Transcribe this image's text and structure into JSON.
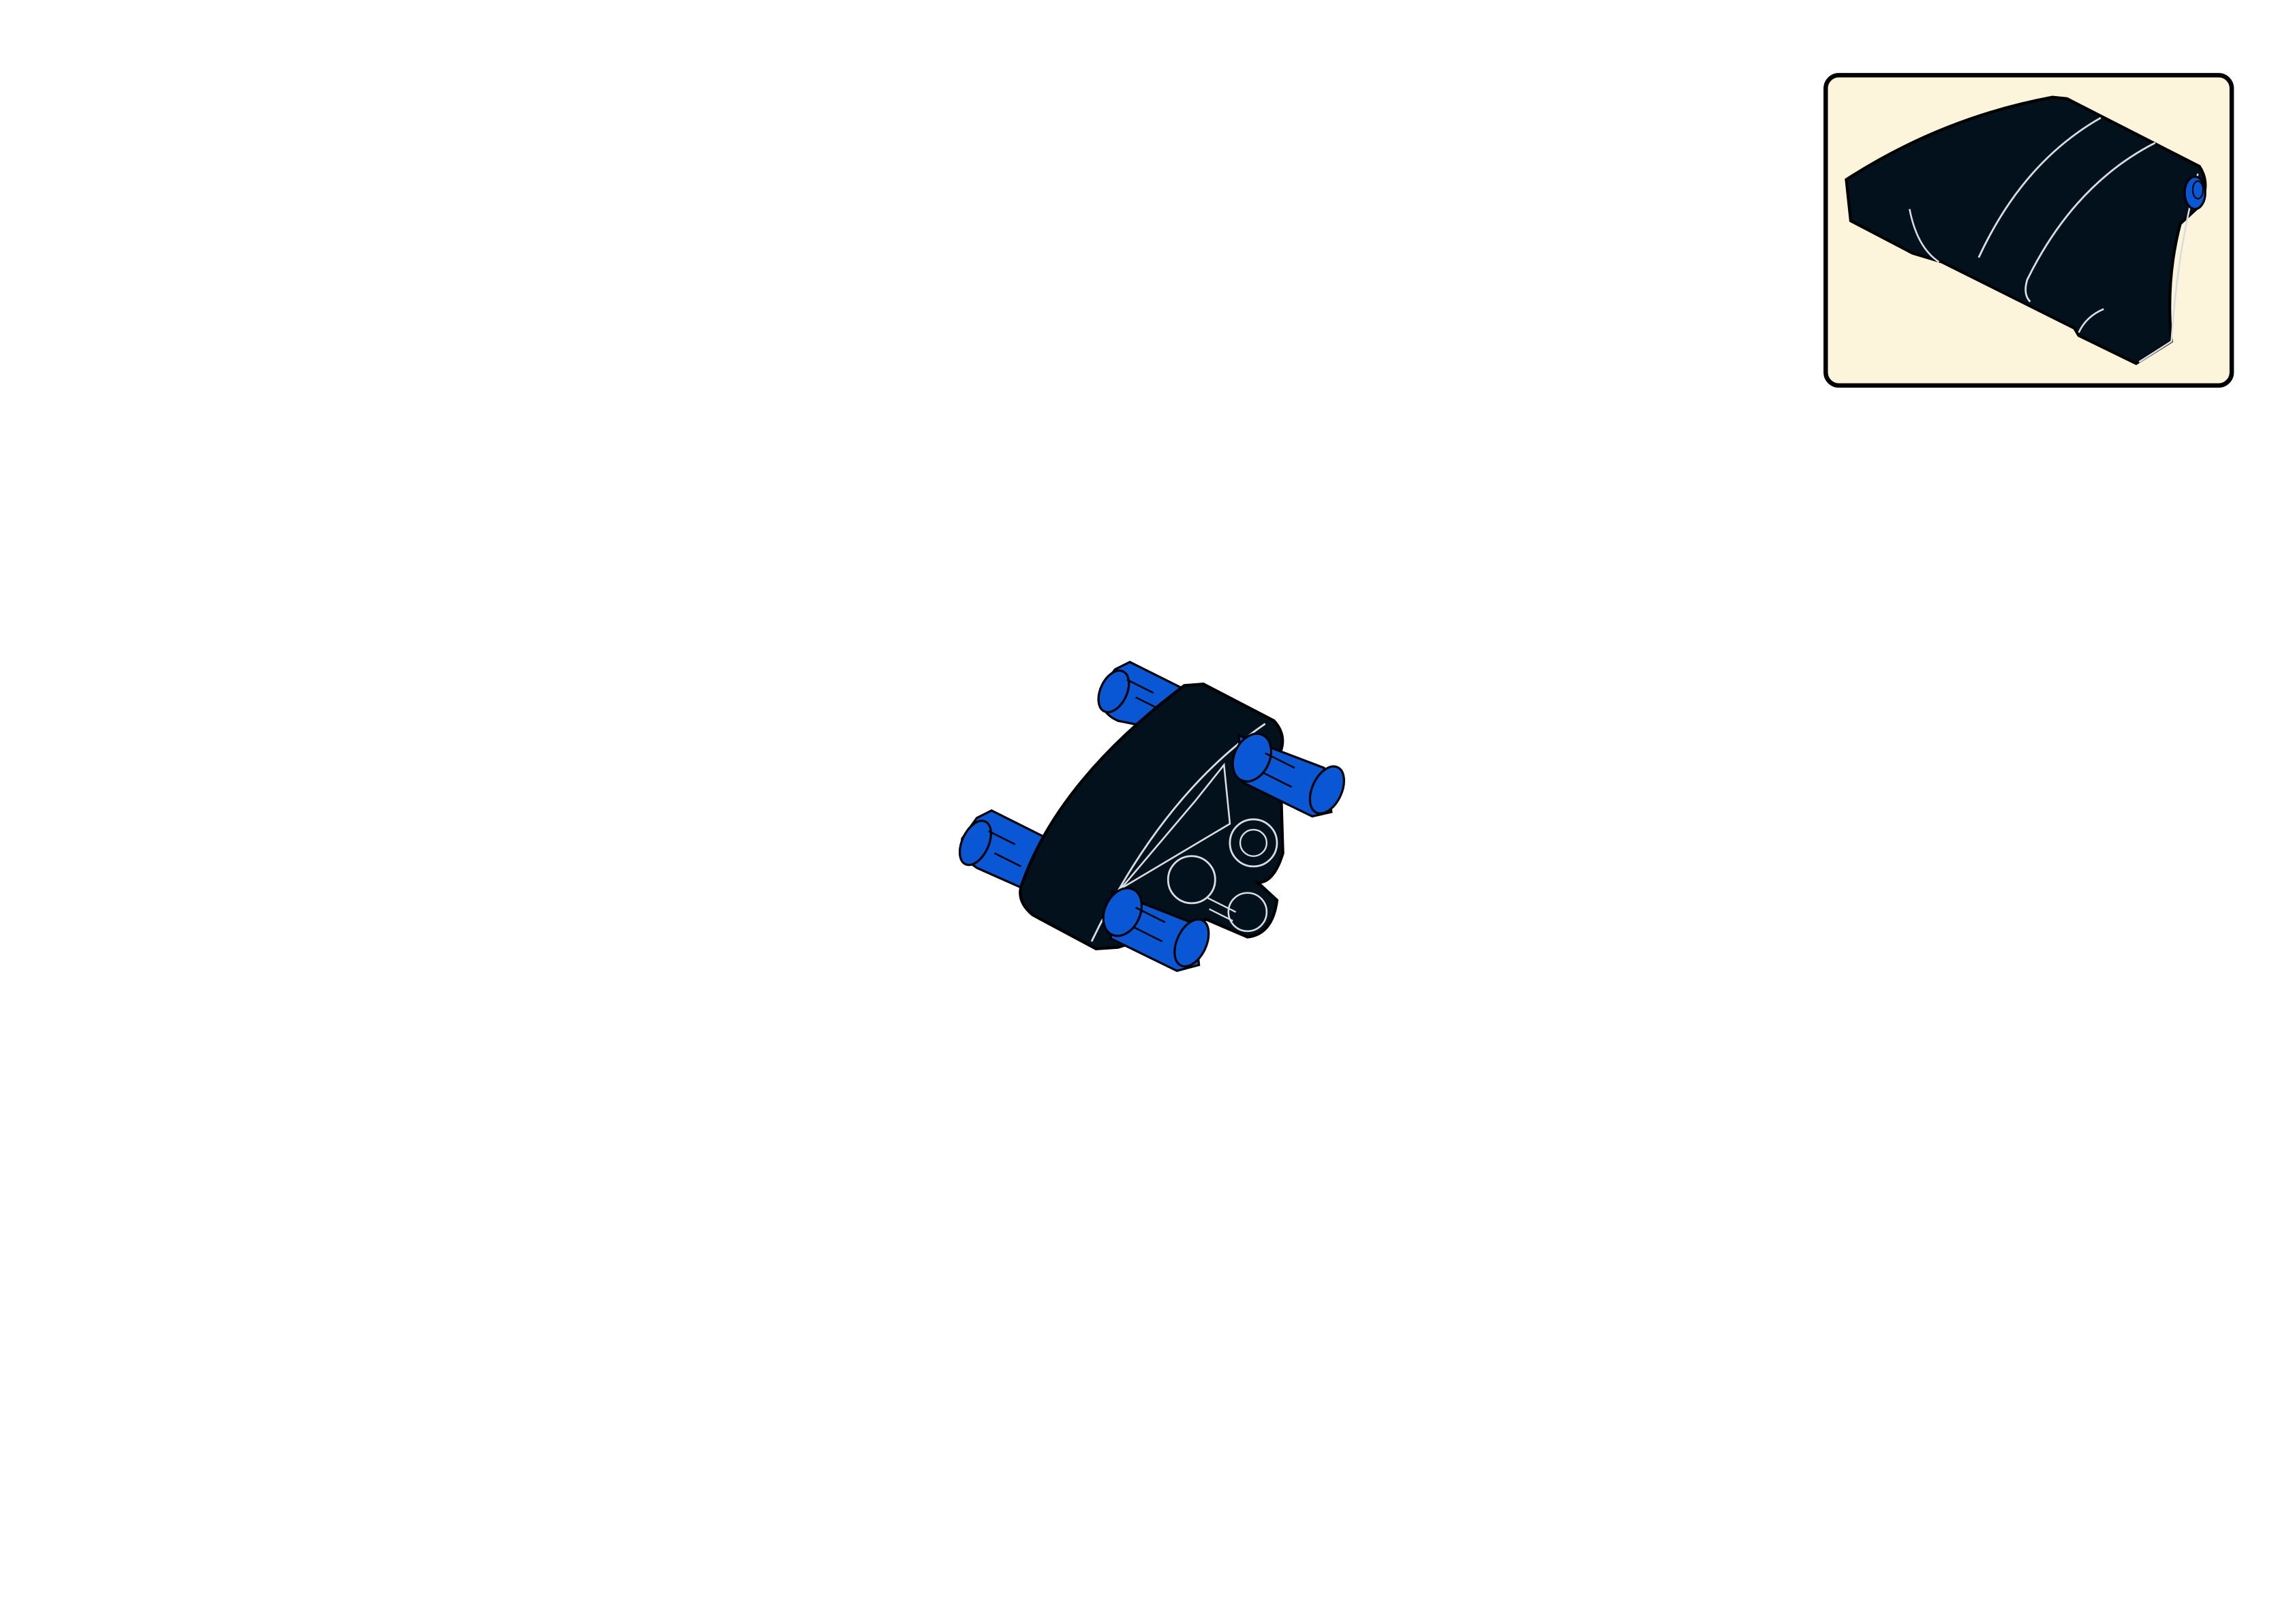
{
  "page": {
    "background": "#ffffff"
  },
  "callout": {
    "background": "#fdf4dc",
    "border_color": "#000000",
    "part_color": "#03111c",
    "part": "curved-panel-with-pin"
  },
  "assembly": {
    "beam_color": "#03111c",
    "pin_color": "#0a57d6",
    "pin_count": 4,
    "parts": [
      "curved-beam",
      "blue-pin",
      "blue-pin",
      "blue-pin",
      "blue-pin"
    ]
  }
}
